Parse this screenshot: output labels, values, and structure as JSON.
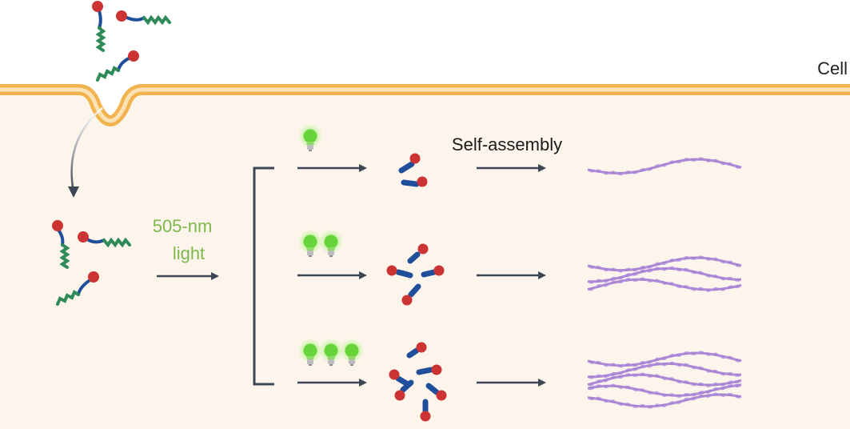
{
  "labels": {
    "cell": "Cell",
    "light_line1": "505-nm",
    "light_line2": "light",
    "self_assembly": "Self-assembly"
  },
  "light_intensity_levels": [
    1,
    2,
    3
  ],
  "colors": {
    "cytoplasm": "#fdf5eb",
    "membrane": "#f2b24e",
    "membrane_inner": "#fbe3b6",
    "arrow": "#3d4656",
    "bulb_glow": "#66d43a",
    "bulb_base": "#bdbdbd",
    "light_text": "#7cb84a",
    "head_red": "#cc3333",
    "tail_green": "#2e8b57",
    "linker_blue": "#1f4e9a",
    "fiber_purple": "#8a5cc8"
  },
  "icons": [
    "light-bulb-icon",
    "lipopeptide-icon",
    "nanofiber-icon"
  ]
}
